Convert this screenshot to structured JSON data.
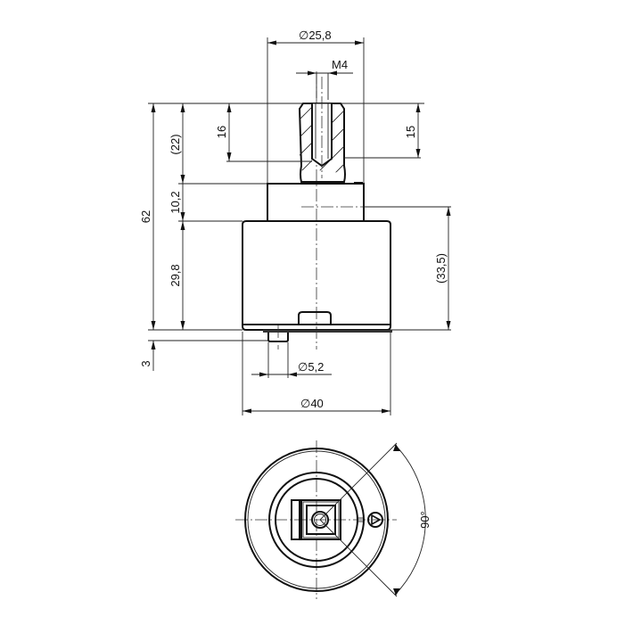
{
  "drawing": {
    "subject": "cartridge valve technical drawing",
    "side_view": {
      "dimensions": {
        "top_diameter": "∅25,8",
        "thread": "M4",
        "stem_height_15": "15",
        "stem_height_16": "16",
        "ref_22": "(22)",
        "height_10_2": "10,2",
        "total_62": "62",
        "body_29_8": "29,8",
        "ref_33_5": "(33,5)",
        "pin_3": "3",
        "pin_diameter": "∅5,2",
        "body_diameter": "∅40"
      }
    },
    "bottom_view": {
      "dimensions": {
        "rotation_angle": "90°"
      }
    },
    "colors": {
      "line": "#111111",
      "background": "#ffffff"
    }
  }
}
